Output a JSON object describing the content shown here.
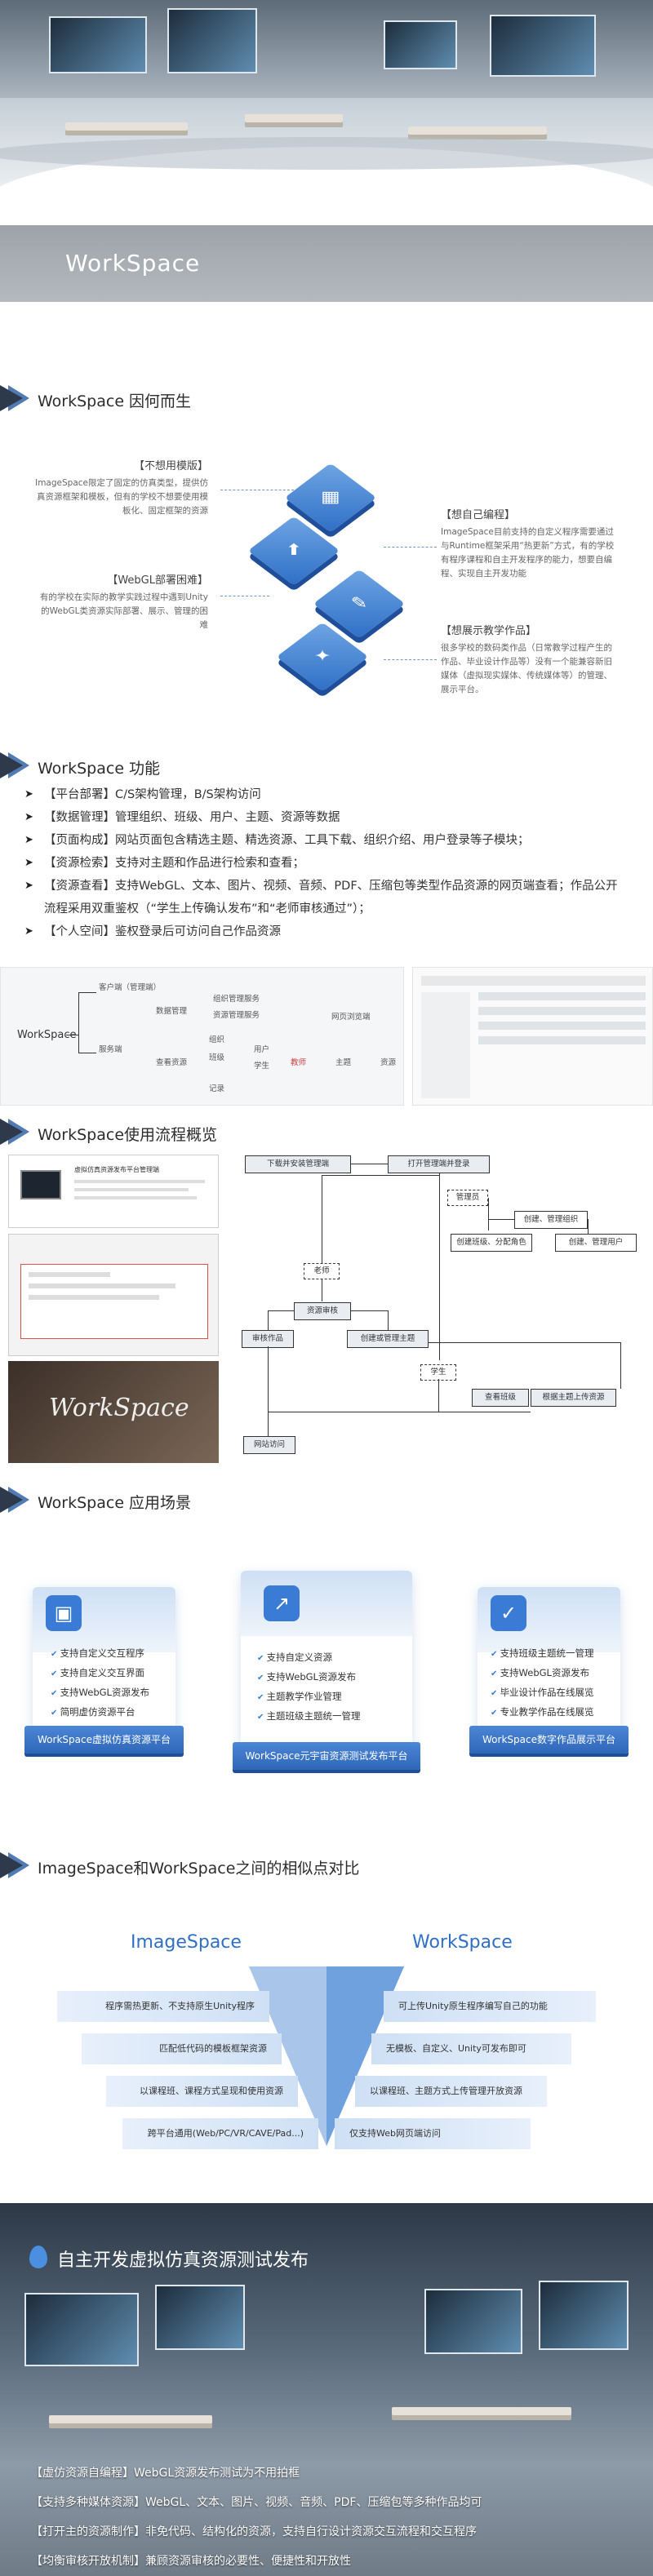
{
  "brand": {
    "title": "WorkSpace"
  },
  "colors": {
    "accent": "#3a7bd5",
    "dark": "#2e3a4c",
    "titlebar": "#a9aeb3"
  },
  "sections": {
    "why": "WorkSpace 因何而生",
    "features": "WorkSpace 功能",
    "flow": "WorkSpace使用流程概览",
    "scenes": "WorkSpace 应用场景",
    "compare": "ImageSpace和WorkSpace之间的相似点对比"
  },
  "why": {
    "n1": {
      "head": "【不想用模版】",
      "text": "ImageSpace限定了固定的仿真类型，提供仿真资源框架和模板，但有的学校不想要使用模板化、固定框架的资源"
    },
    "n2": {
      "head": "【WebGL部署困难】",
      "text": "有的学校在实际的教学实践过程中遇到Unity的WebGL类资源实际部署、展示、管理的困难"
    },
    "n3": {
      "head": "【想自己编程】",
      "text": "ImageSpace目前支持的自定义程序需要通过与Runtime框架采用“热更新”方式，有的学校有程序课程和自主开发程序的能力，想要自编程、实现自主开发功能"
    },
    "n4": {
      "head": "【想展示教学作品】",
      "text": "很多学校的数码类作品（日常教学过程产生的作品、毕业设计作品等）没有一个能兼容新旧媒体（虚拟现实媒体、传统媒体等）的管理、展示平台。"
    }
  },
  "features": [
    "【平台部署】C/S架构管理，B/S架构访问",
    "【数据管理】管理组织、班级、用户、主题、资源等数据",
    "【页面构成】网站页面包含精选主题、精选资源、工具下载、组织介绍、用户登录等子模块；",
    "【资源检索】支持对主题和作品进行检索和查看；",
    "【资源查看】支持WebGL、文本、图片、视频、音频、PDF、压缩包等类型作品资源的网页端查看；作品公开流程采用双重鉴权（“学生上传确认发布”和“老师审核通过”）；",
    "【个人空间】鉴权登录后可访问自己作品资源"
  ],
  "mindmap": {
    "root": "WorkSpace",
    "b1": "客户端（管理端）",
    "b2": "服务端",
    "l1": "数据管理",
    "l2": "组织管理服务",
    "l3": "资源管理服务",
    "l4": "网页浏览端",
    "l5": "查看资源",
    "l6": "组织",
    "l7": "班级",
    "l8": "用户",
    "l9": "学生",
    "l10": "教师",
    "l11": "主题",
    "l12": "资源",
    "l13": "记录"
  },
  "flow": {
    "f1": "下载并安装管理端",
    "f2": "打开管理端并登录",
    "f3": "管理员",
    "f4": "创建、管理组织",
    "f5": "创建班级、分配角色",
    "f6": "创建、管理用户",
    "f7": "老师",
    "f8": "资源审核",
    "f9": "审核作品",
    "f10": "创建或管理主题",
    "f11": "学生",
    "f12": "查看班级",
    "f13": "根据主题上传资源",
    "f14": "网站访问",
    "shot_title": "虚拟仿真资源发布平台管理端",
    "splash": "WorkSpace"
  },
  "scenes": [
    {
      "icon": "person-card-icon",
      "items": [
        "支持自定义交互程序",
        "支持自定义交互界面",
        "支持WebGL资源发布",
        "简明虚仿资源平台"
      ],
      "label": "WorkSpace虚拟仿真资源平台"
    },
    {
      "icon": "chart-icon",
      "items": [
        "支持自定义资源",
        "支持WebGL资源发布",
        "主题教学作业管理",
        "主题班级主题统一管理"
      ],
      "label": "WorkSpace元宇宙资源测试发布平台"
    },
    {
      "icon": "check-icon",
      "items": [
        "支持班级主题统一管理",
        "支持WebGL资源发布",
        "毕业设计作品在线展览",
        "专业教学作品在线展览"
      ],
      "label": "WorkSpace数字作品展示平台"
    }
  ],
  "compare": {
    "left_title": "ImageSpace",
    "right_title": "WorkSpace",
    "left": [
      "程序需热更新、不支持原生Unity程序",
      "匹配低代码的模板框架资源",
      "以课程班、课程方式呈现和使用资源",
      "跨平台通用(Web/PC/VR/CAVE/Pad...)"
    ],
    "right": [
      "可上传Unity原生程序编写自己的功能",
      "无模板、自定义、Unity可发布即可",
      "以课程班、主题方式上传管理开放资源",
      "仅支持Web网页端访问"
    ]
  },
  "bottom": {
    "title": "自主开发虚拟仿真资源测试发布",
    "lines": [
      "【虚仿资源自编程】WebGL资源发布测试为不用拍框",
      "【支持多种媒体资源】WebGL、文本、图片、视频、音频、PDF、压缩包等多种作品均可",
      "【打开主的资源制作】非免代码、结构化的资源，支持自行设计资源交互流程和交互程序",
      "【均衡审核开放机制】兼顾资源审核的必要性、便捷性和开放性"
    ]
  }
}
